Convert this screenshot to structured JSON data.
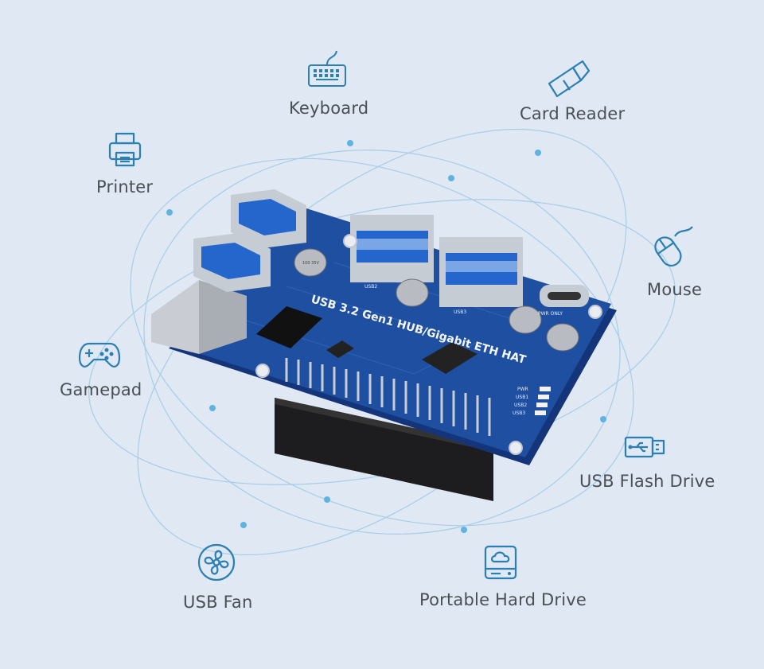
{
  "board": {
    "title": "USB 3.2 Gen1 HUB/Gigabit ETH HAT",
    "port_labels": [
      "USB2",
      "USB3"
    ],
    "power_label": "PWR ONLY",
    "led_labels": [
      "PWR",
      "USB1",
      "USB2",
      "USB3"
    ],
    "capacitor_text": "100 35V"
  },
  "devices": [
    {
      "label": "Keyboard",
      "icon": "keyboard-icon"
    },
    {
      "label": "Card Reader",
      "icon": "card-reader-icon"
    },
    {
      "label": "Printer",
      "icon": "printer-icon"
    },
    {
      "label": "Mouse",
      "icon": "mouse-icon"
    },
    {
      "label": "Gamepad",
      "icon": "gamepad-icon"
    },
    {
      "label": "USB Flash Drive",
      "icon": "usb-flash-drive-icon"
    },
    {
      "label": "USB Fan",
      "icon": "fan-icon"
    },
    {
      "label": "Portable Hard Drive",
      "icon": "hard-drive-icon"
    }
  ],
  "colors": {
    "background": "#dfe8f3",
    "orbit": "#9cc8e6",
    "icon": "#2b7fb3",
    "pcb": "#1f4fa0",
    "usb_blue": "#1f63c9"
  }
}
